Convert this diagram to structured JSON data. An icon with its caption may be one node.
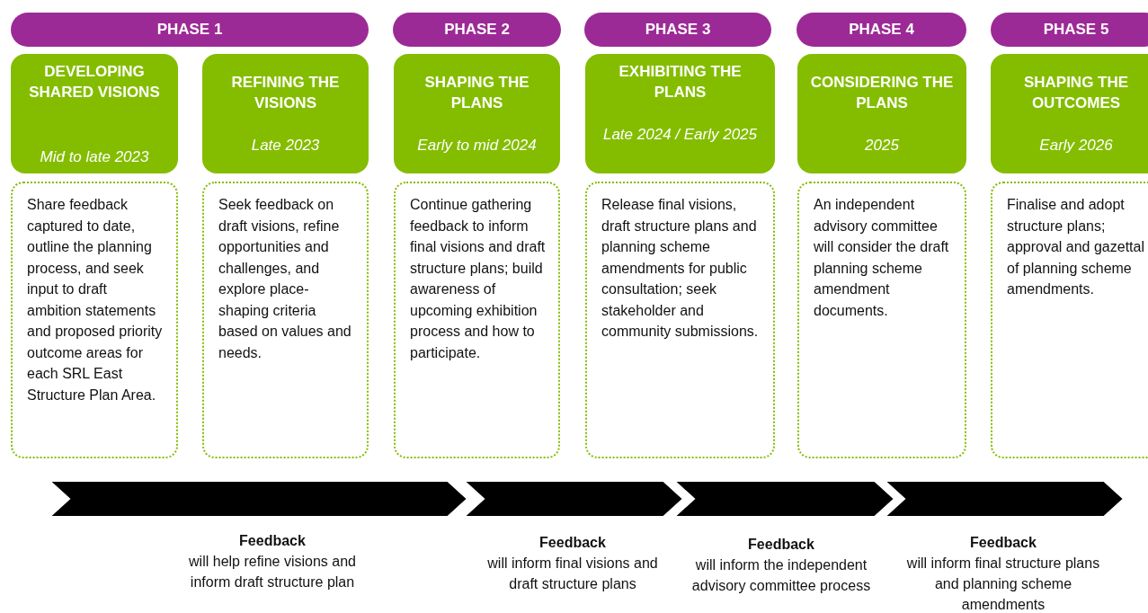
{
  "diagram": {
    "nodes": [
      {
        "text": [
          "PHASE 1"
        ]
      },
      {
        "text": [
          "PHASE 2"
        ]
      },
      {
        "text": [
          "PHASE 3"
        ]
      },
      {
        "text": [
          "PHASE 4"
        ]
      },
      {
        "text": [
          "PHASE 5"
        ]
      },
      {
        "text": [
          "DEVELOPING SHARED VISIONS",
          "Mid to late 2023"
        ]
      },
      {
        "text": [
          "REFINING THE VISIONS",
          "Late 2023"
        ]
      },
      {
        "text": [
          "SHAPING THE PLANS",
          "Early to mid 2024"
        ]
      },
      {
        "text": [
          "EXHIBITING THE PLANS",
          "Late 2024 / Early 2025"
        ]
      },
      {
        "text": [
          "CONSIDERING THE PLANS",
          "2025"
        ]
      },
      {
        "text": [
          "SHAPING THE OUTCOMES",
          "Early 2026"
        ]
      },
      {
        "text": [
          "Share feedback captured to date, outline the planning process, and seek input to draft ambition statements and proposed priority outcome areas for each SRL East Structure Plan Area."
        ]
      },
      {
        "text": [
          "Seek feedback on draft visions, refine opportunities and challenges, and explore place-shaping criteria based on values and needs."
        ]
      },
      {
        "text": [
          "Continue gathering feedback to inform final visions and draft structure plans; build awareness of upcoming exhibition process and how to participate."
        ]
      },
      {
        "text": [
          "Release final visions, draft structure plans and planning scheme amendments for public consultation; seek stakeholder and community submissions."
        ]
      },
      {
        "text": [
          "An independent advisory committee will consider the draft planning scheme amendment documents."
        ]
      },
      {
        "text": [
          "Finalise and adopt structure plans; approval and gazettal of planning scheme amendments."
        ]
      }
    ],
    "labels": [
      "Feedback",
      "will help refine visions and inform draft structure plan",
      "Feedback",
      "will inform final visions and draft structure plans",
      "Feedback",
      "will inform the independent advisory committee process",
      "Feedback",
      "will inform final structure plans and planning scheme amendments"
    ]
  }
}
